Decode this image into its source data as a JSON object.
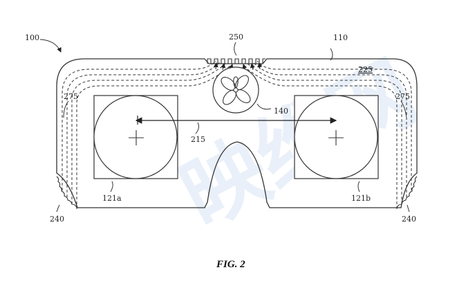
{
  "figure_caption": "FIG. 2",
  "watermark": {
    "text": "映维网",
    "color": "#5b8fd6"
  },
  "reference_labels": {
    "device": "100",
    "housing": "110",
    "vent": "250",
    "region": "225",
    "fan": "140",
    "airflow_left": "275",
    "airflow_right": "275",
    "distance": "215",
    "lens_left": "121a",
    "lens_right": "121b",
    "pad_left": "240",
    "pad_right": "240"
  }
}
